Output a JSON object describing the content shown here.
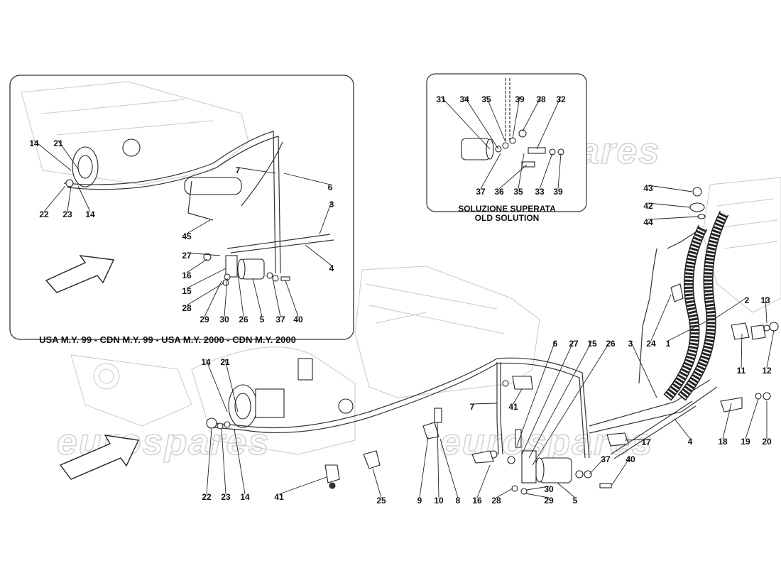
{
  "watermark": {
    "text": "eurospares"
  },
  "insets": {
    "usa": {
      "caption": "USA M.Y. 99 - CDN M.Y. 99 - USA M.Y. 2000 - CDN M.Y. 2000"
    },
    "old": {
      "caption_it": "SOLUZIONE SUPERATA",
      "caption_en": "OLD SOLUTION"
    }
  },
  "callouts": {
    "usa": [
      {
        "id": "u14a",
        "n": "14"
      },
      {
        "id": "u21",
        "n": "21"
      },
      {
        "id": "u22",
        "n": "22"
      },
      {
        "id": "u23",
        "n": "23"
      },
      {
        "id": "u14b",
        "n": "14"
      },
      {
        "id": "u7",
        "n": "7"
      },
      {
        "id": "u6",
        "n": "6"
      },
      {
        "id": "u3",
        "n": "3"
      },
      {
        "id": "u45",
        "n": "45"
      },
      {
        "id": "u27",
        "n": "27"
      },
      {
        "id": "u16",
        "n": "16"
      },
      {
        "id": "u15",
        "n": "15"
      },
      {
        "id": "u28",
        "n": "28"
      },
      {
        "id": "u29",
        "n": "29"
      },
      {
        "id": "u30",
        "n": "30"
      },
      {
        "id": "u26",
        "n": "26"
      },
      {
        "id": "u5",
        "n": "5"
      },
      {
        "id": "u37",
        "n": "37"
      },
      {
        "id": "u40",
        "n": "40"
      },
      {
        "id": "u4",
        "n": "4"
      }
    ],
    "old": [
      {
        "id": "o31",
        "n": "31"
      },
      {
        "id": "o34",
        "n": "34"
      },
      {
        "id": "o35a",
        "n": "35"
      },
      {
        "id": "o39a",
        "n": "39"
      },
      {
        "id": "o38",
        "n": "38"
      },
      {
        "id": "o32",
        "n": "32"
      },
      {
        "id": "o37",
        "n": "37"
      },
      {
        "id": "o36",
        "n": "36"
      },
      {
        "id": "o35b",
        "n": "35"
      },
      {
        "id": "o33",
        "n": "33"
      },
      {
        "id": "o39b",
        "n": "39"
      }
    ],
    "main": [
      {
        "id": "m43",
        "n": "43"
      },
      {
        "id": "m42",
        "n": "42"
      },
      {
        "id": "m44",
        "n": "44"
      },
      {
        "id": "m2",
        "n": "2"
      },
      {
        "id": "m13",
        "n": "13"
      },
      {
        "id": "m24",
        "n": "24"
      },
      {
        "id": "m1",
        "n": "1"
      },
      {
        "id": "m11",
        "n": "11"
      },
      {
        "id": "m12",
        "n": "12"
      },
      {
        "id": "m6",
        "n": "6"
      },
      {
        "id": "m27",
        "n": "27"
      },
      {
        "id": "m15",
        "n": "15"
      },
      {
        "id": "m26",
        "n": "26"
      },
      {
        "id": "m3",
        "n": "3"
      },
      {
        "id": "m14a",
        "n": "14"
      },
      {
        "id": "m21",
        "n": "21"
      },
      {
        "id": "m7",
        "n": "7"
      },
      {
        "id": "m41a",
        "n": "41"
      },
      {
        "id": "m17",
        "n": "17"
      },
      {
        "id": "m4",
        "n": "4"
      },
      {
        "id": "m18",
        "n": "18"
      },
      {
        "id": "m19",
        "n": "19"
      },
      {
        "id": "m20",
        "n": "20"
      },
      {
        "id": "m37",
        "n": "37"
      },
      {
        "id": "m40",
        "n": "40"
      },
      {
        "id": "m30",
        "n": "30"
      },
      {
        "id": "m29",
        "n": "29"
      },
      {
        "id": "m5",
        "n": "5"
      },
      {
        "id": "m22",
        "n": "22"
      },
      {
        "id": "m23",
        "n": "23"
      },
      {
        "id": "m14b",
        "n": "14"
      },
      {
        "id": "m41b",
        "n": "41"
      },
      {
        "id": "m25",
        "n": "25"
      },
      {
        "id": "m9",
        "n": "9"
      },
      {
        "id": "m10",
        "n": "10"
      },
      {
        "id": "m8",
        "n": "8"
      },
      {
        "id": "m16",
        "n": "16"
      },
      {
        "id": "m28",
        "n": "28"
      }
    ]
  }
}
